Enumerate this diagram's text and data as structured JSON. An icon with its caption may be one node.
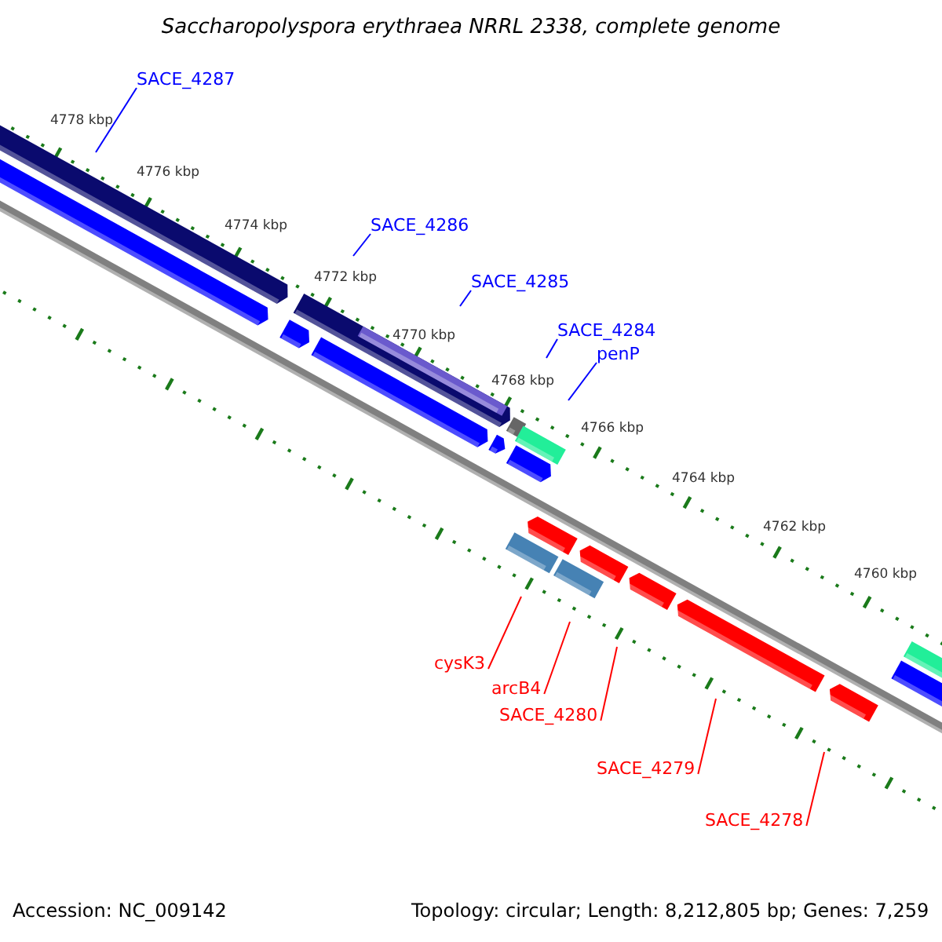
{
  "diagram": {
    "title": "Saccharopolyspora erythraea NRRL 2338, complete genome",
    "nodes": [
      {
        "text": [
          "SACE_4287"
        ]
      },
      {
        "text": [
          "SACE_4286"
        ]
      },
      {
        "text": [
          "SACE_4285"
        ]
      },
      {
        "text": [
          "SACE_4284"
        ]
      },
      {
        "text": [
          "penP"
        ]
      },
      {
        "text": [
          "cysK3"
        ]
      },
      {
        "text": [
          "arcB4"
        ]
      },
      {
        "text": [
          "SACE_4280"
        ]
      },
      {
        "text": [
          "SACE_4279"
        ]
      },
      {
        "text": [
          "SACE_4278"
        ]
      }
    ],
    "edges": [
      {
        "from": 0,
        "to": null,
        "arrow": "none"
      },
      {
        "from": 1,
        "to": null,
        "arrow": "none"
      },
      {
        "from": 2,
        "to": null,
        "arrow": "none"
      },
      {
        "from": 3,
        "to": null,
        "arrow": "none"
      },
      {
        "from": 4,
        "to": null,
        "arrow": "none"
      },
      {
        "from": 5,
        "to": null,
        "arrow": "none",
        "color": "#ff0000"
      },
      {
        "from": 6,
        "to": null,
        "arrow": "none",
        "color": "#ff0000"
      },
      {
        "from": 7,
        "to": null,
        "arrow": "none",
        "color": "#ff0000"
      },
      {
        "from": 8,
        "to": null,
        "arrow": "none",
        "color": "#ff0000"
      },
      {
        "from": 9,
        "to": null,
        "arrow": "none",
        "color": "#ff0000"
      }
    ],
    "labels": [
      "4778 kbp",
      "4776 kbp",
      "4774 kbp",
      "4772 kbp",
      "4770 kbp",
      "4768 kbp",
      "4766 kbp",
      "4764 kbp",
      "4762 kbp",
      "4760 kbp",
      "Accession: NC_009142",
      "Topology: circular; Length: 8,212,805 bp; Genes: 7,259"
    ]
  }
}
